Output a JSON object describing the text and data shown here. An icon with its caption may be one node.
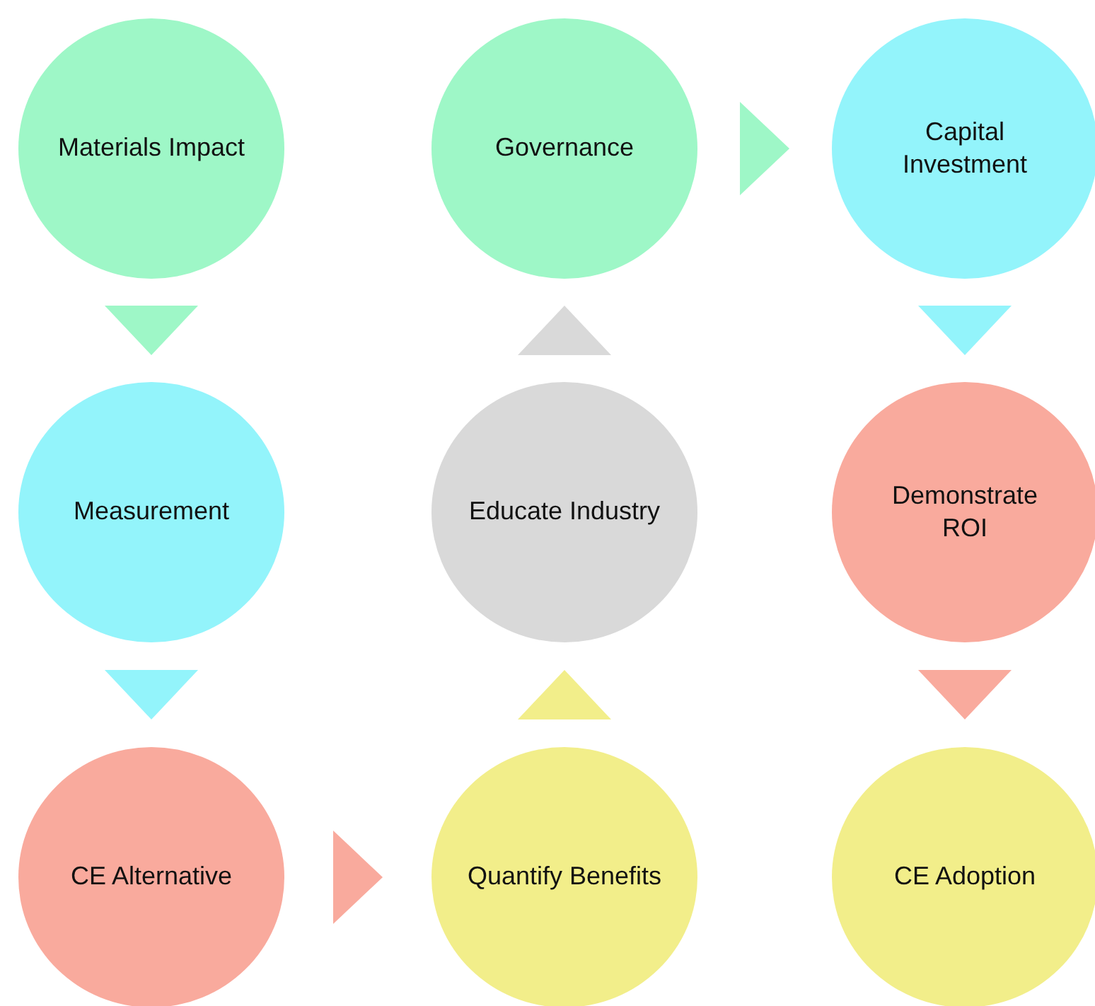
{
  "diagram": {
    "nodes": [
      {
        "text": [
          "Materials Impact"
        ]
      },
      {
        "text": [
          "Governance"
        ]
      },
      {
        "text": [
          "Capital Investment"
        ]
      },
      {
        "text": [
          "Measurement"
        ]
      },
      {
        "text": [
          "Educate Industry"
        ]
      },
      {
        "text": [
          "Demonstrate ROI"
        ]
      },
      {
        "text": [
          "CE Alternative"
        ]
      },
      {
        "text": [
          "Quantify Benefits"
        ]
      },
      {
        "text": [
          "CE Adoption"
        ]
      }
    ],
    "edges": [
      {
        "from": 0,
        "to": 3,
        "arrow": "to",
        "color": "#9ef7c7"
      },
      {
        "from": 3,
        "to": 6,
        "arrow": "to",
        "color": "#93f4fb"
      },
      {
        "from": 6,
        "to": 7,
        "arrow": "to",
        "color": "#f9aa9d"
      },
      {
        "from": 7,
        "to": 4,
        "arrow": "to",
        "color": "#f2ee8a"
      },
      {
        "from": 4,
        "to": 1,
        "arrow": "to",
        "color": "#d9d9d9"
      },
      {
        "from": 1,
        "to": 2,
        "arrow": "to",
        "color": "#9ef7c7"
      },
      {
        "from": 2,
        "to": 5,
        "arrow": "to",
        "color": "#93f4fb"
      },
      {
        "from": 5,
        "to": 8,
        "arrow": "to",
        "color": "#f9aa9d"
      }
    ]
  }
}
